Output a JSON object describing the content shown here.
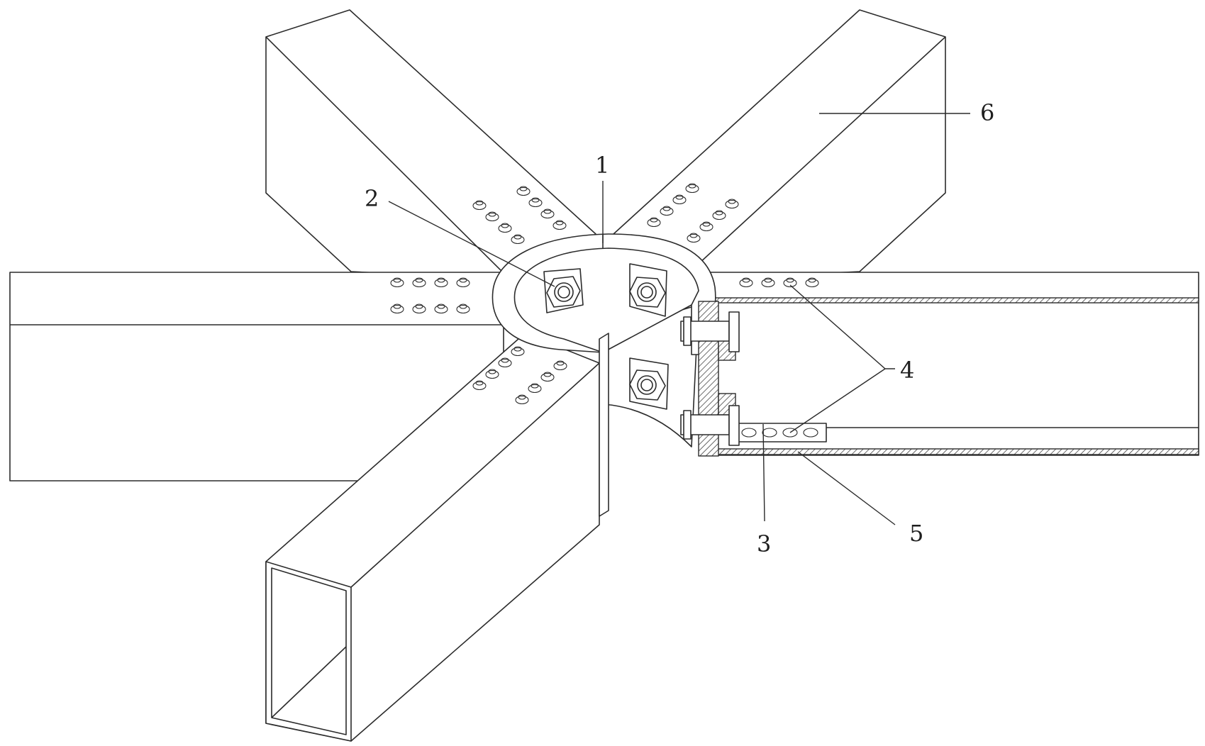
{
  "labels": [
    {
      "id": "1",
      "text": "1"
    },
    {
      "id": "2",
      "text": "2"
    },
    {
      "id": "3",
      "text": "3"
    },
    {
      "id": "4",
      "text": "4"
    },
    {
      "id": "5",
      "text": "5"
    },
    {
      "id": "6",
      "text": "6"
    }
  ],
  "colors": {
    "line": "#2b2b2b",
    "background": "#ffffff"
  }
}
